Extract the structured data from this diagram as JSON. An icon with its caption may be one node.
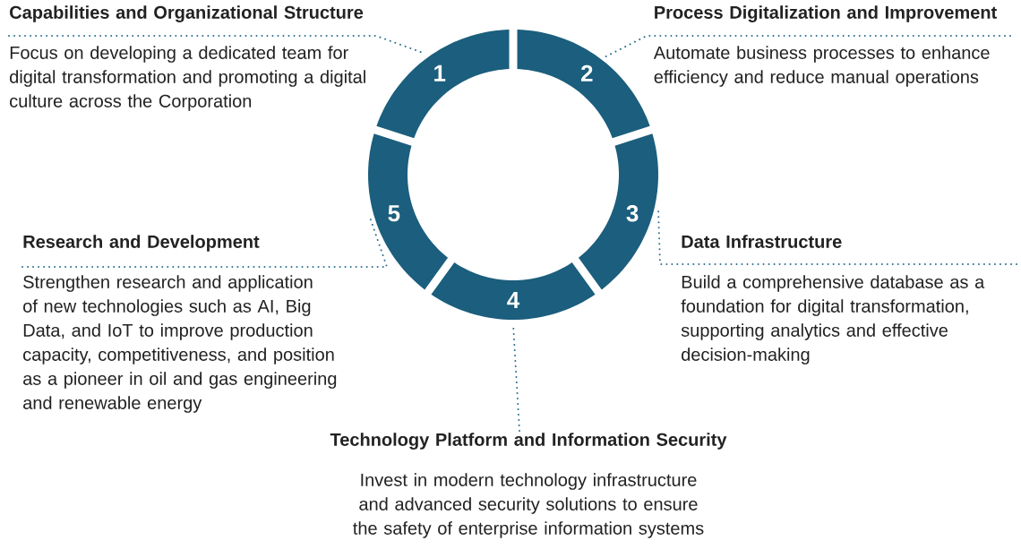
{
  "diagram": {
    "nodes": [
      {
        "text": [
          "Capabilities and Organizational Structure",
          "Focus on developing a dedicated team for digital transformation and promoting a digital culture across the Corporation"
        ]
      },
      {
        "text": [
          "Process Digitalization and Improvement",
          "Automate business processes to enhance efficiency and reduce manual operations"
        ]
      },
      {
        "text": [
          "Research and Development",
          "Strengthen research and application of new technologies such as AI, Big Data, and IoT to improve production capacity, competitiveness, and position as a pioneer in oil and gas engineering and renewable energy"
        ]
      },
      {
        "text": [
          "Data Infrastructure",
          "Build a comprehensive database as a foundation for digital transformation, supporting analytics and effective decision-making"
        ]
      },
      {
        "text": [
          "Technology Platform and Information Security",
          "Invest in modern technology infrastructure and advanced security solutions to ensure the safety of enterprise information systems"
        ]
      },
      {
        "text": [
          "1"
        ]
      },
      {
        "text": [
          "2"
        ]
      },
      {
        "text": [
          "3"
        ]
      },
      {
        "text": [
          "4"
        ]
      },
      {
        "text": [
          "5"
        ]
      }
    ],
    "edges": [
      {
        "from": 0,
        "to": 5,
        "arrow": "none"
      },
      {
        "from": 1,
        "to": 6,
        "arrow": "none"
      },
      {
        "from": 2,
        "to": 9,
        "arrow": "none"
      },
      {
        "from": 3,
        "to": 7,
        "arrow": "none"
      },
      {
        "from": 4,
        "to": 8,
        "arrow": "none"
      }
    ]
  }
}
